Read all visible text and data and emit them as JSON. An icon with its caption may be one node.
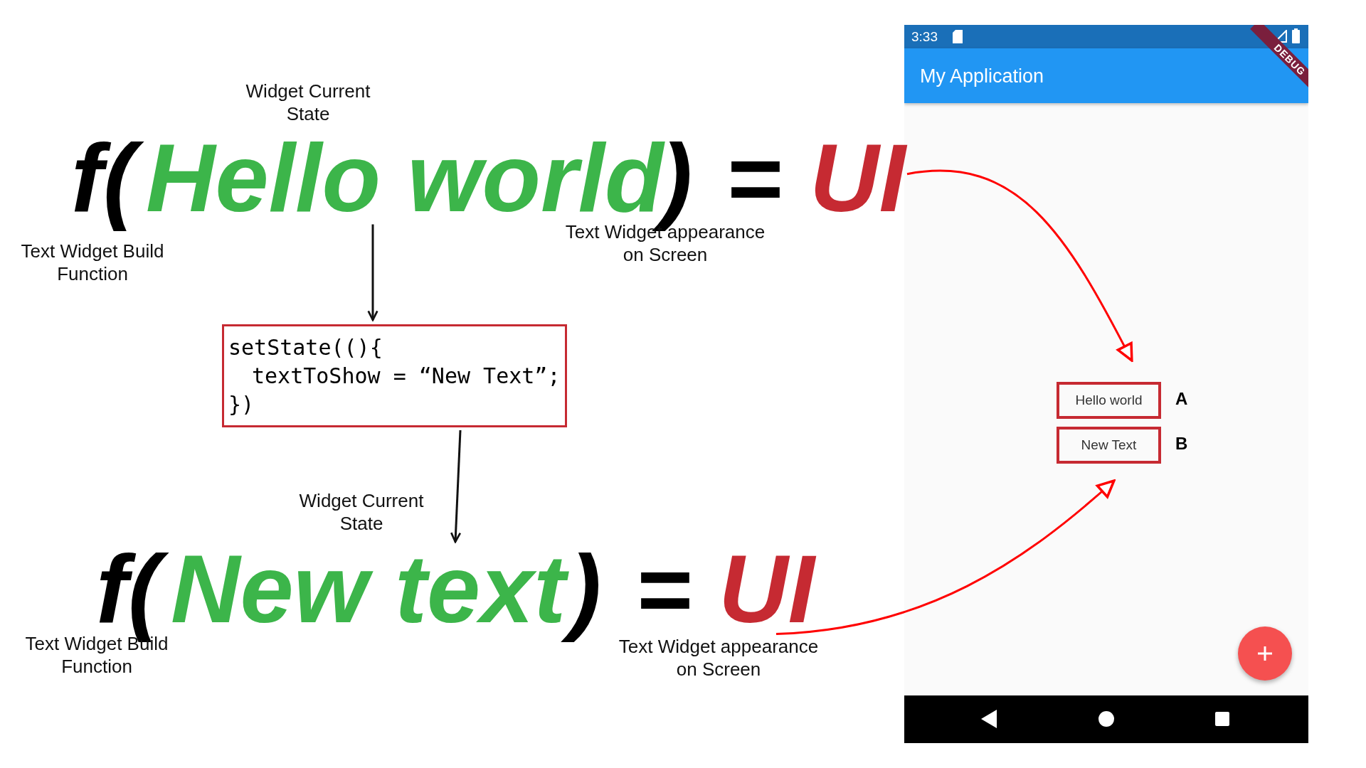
{
  "diagram": {
    "nodes": [
      {
        "text": [
          "Hello world"
        ]
      },
      {
        "text": [
          "UI"
        ]
      },
      {
        "text": [
          "setState((){",
          "textToShow = “New Text”;",
          "})"
        ]
      },
      {
        "text": [
          "New text"
        ]
      },
      {
        "text": [
          "UI"
        ]
      },
      {
        "text": [
          "Hello world"
        ],
        "beside": [
          "A"
        ]
      },
      {
        "text": [
          "New Text"
        ],
        "beside": [
          "B"
        ]
      }
    ],
    "edges": [
      {
        "from": 0,
        "to": 2,
        "arrow": "to"
      },
      {
        "from": 2,
        "to": 3,
        "arrow": "to"
      },
      {
        "from": 1,
        "to": 5,
        "arrow": "to",
        "color": "#ff0000"
      },
      {
        "from": 4,
        "to": 6,
        "arrow": "to",
        "color": "#ff0000"
      }
    ],
    "labels": [
      "Widget Current State",
      "3:33",
      "DEBUG",
      "My Application",
      "f(",
      ")",
      "=",
      "Text Widget Build Function",
      "Text Widget appearance on Screen",
      "Widget Current State",
      "f(",
      ")",
      "=",
      "Text Widget Build Function",
      "Text Widget appearance on Screen"
    ]
  }
}
